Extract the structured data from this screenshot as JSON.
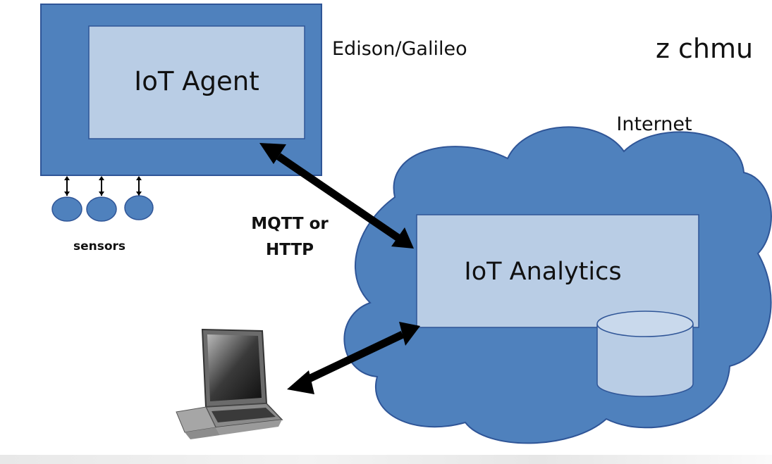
{
  "device": {
    "platform_label": "Edison/Galileo",
    "agent_label": "IoT Agent",
    "sensors_label": "sensors"
  },
  "cloud": {
    "label": "Internet",
    "analytics_label": "IoT Analytics"
  },
  "link": {
    "protocol_line1": "MQTT or",
    "protocol_line2": "HTTP"
  },
  "corner_text": "z chmu",
  "colors": {
    "device_box": "#4f81bd",
    "inner_box": "#b9cde5",
    "cloud": "#4f81bd",
    "outline": "#2f5597",
    "arrow": "#000000"
  },
  "icons": [
    "laptop-icon",
    "database-icon",
    "sensor-icon",
    "double-arrow-icon"
  ]
}
